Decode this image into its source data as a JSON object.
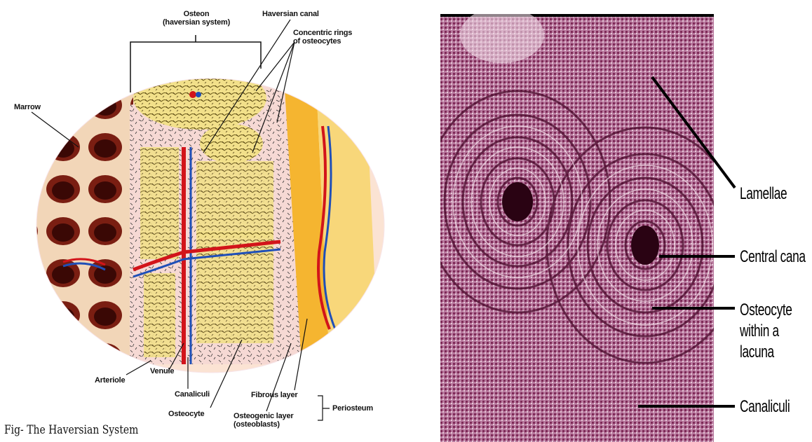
{
  "left_figure": {
    "labels": {
      "osteon_line1": "Osteon",
      "osteon_line2": "(haversian system)",
      "haversian_canal": "Haversian canal",
      "concentric_line1": "Concentric rings",
      "concentric_line2": "of osteocytes",
      "marrow": "Marrow",
      "arteriole": "Arteriole",
      "venule": "Venule",
      "canaliculi": "Canaliculi",
      "osteocyte": "Osteocyte",
      "fibrous_layer": "Fibrous layer",
      "osteogenic_line1": "Osteogenic layer",
      "osteogenic_line2": "(osteoblasts)",
      "periosteum": "Periosteum"
    },
    "caption": "Fig- The Haversian System"
  },
  "right_figure": {
    "labels": {
      "lamellae": "Lamellae",
      "central_canal": "Central cana",
      "osteocyte_line1": "Osteocyte",
      "osteocyte_line2": "within a",
      "osteocyte_line3": "lacuna",
      "canaliculi": "Canaliculi"
    }
  }
}
